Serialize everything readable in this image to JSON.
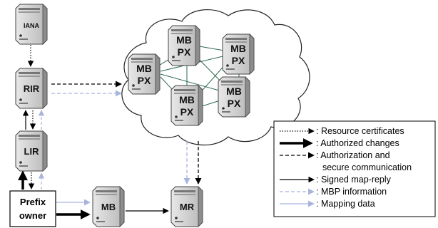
{
  "servers": {
    "iana": {
      "label": "IANA"
    },
    "rir": {
      "label": "RIR"
    },
    "lir": {
      "label": "LIR"
    },
    "mb_gateway": {
      "label": "MB"
    },
    "mr": {
      "label": "MR"
    },
    "mbpx_1": {
      "line1": "MB",
      "line2": "PX"
    },
    "mbpx_2": {
      "line1": "MB",
      "line2": "PX"
    },
    "mbpx_3": {
      "line1": "MB",
      "line2": "PX"
    },
    "mbpx_4": {
      "line1": "MB",
      "line2": "PX"
    },
    "mbpx_5": {
      "line1": "MB",
      "line2": "PX"
    }
  },
  "prefix_owner": {
    "line1": "Prefix",
    "line2": "owner"
  },
  "legend": {
    "items": [
      {
        "style": "dotted",
        "text": ": Resource certificates"
      },
      {
        "style": "thick",
        "text": ": Authorized changes"
      },
      {
        "style": "dashed",
        "text": ": Authorization and"
      },
      {
        "style": "none",
        "text": "secure communication"
      },
      {
        "style": "solid",
        "text": ": Signed map-reply"
      },
      {
        "style": "lightdashed",
        "text": ": MBP information"
      },
      {
        "style": "light",
        "text": ": Mapping data"
      }
    ]
  },
  "colors": {
    "server_body": "#d8d8d8",
    "server_dark": "#9a9a9a",
    "cloud_stroke": "#222222",
    "mesh_line": "#2e6b4f",
    "light_arrow": "#a9b4dc",
    "black": "#000000"
  }
}
